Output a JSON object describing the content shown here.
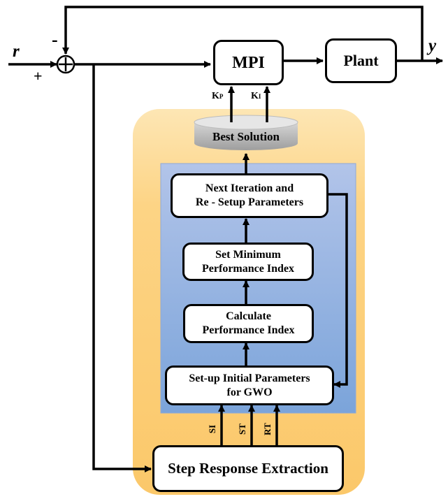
{
  "signals": {
    "reference": "r",
    "output": "y",
    "minus_sign": "-",
    "plus_sign": "+"
  },
  "blocks": {
    "controller": "MPI",
    "plant": "Plant",
    "best_solution": "Best Solution",
    "next_iteration_line1": "Next Iteration and",
    "next_iteration_line2": "Re - Setup Parameters",
    "set_minimum_line1": "Set Minimum",
    "set_minimum_line2": "Performance Index",
    "calculate_line1": "Calculate",
    "calculate_line2": "Performance Index",
    "setup_initial_line1": "Set-up Initial Parameters",
    "setup_initial_line2": "for GWO",
    "step_response": "Step Response Extraction"
  },
  "gains": {
    "kp_base": "K",
    "kp_sub": "P",
    "ki_base": "K",
    "ki_sub": "I"
  },
  "step_metrics": [
    "SI",
    "ST",
    "RT"
  ],
  "colors": {
    "outer_panel": "#fdd485",
    "outer_panel_edge": "#f6c35c",
    "inner_panel_top": "#aebfe6",
    "inner_panel_bottom": "#7aa3d9",
    "cylinder": "#bdbdbd",
    "line": "#000000"
  }
}
